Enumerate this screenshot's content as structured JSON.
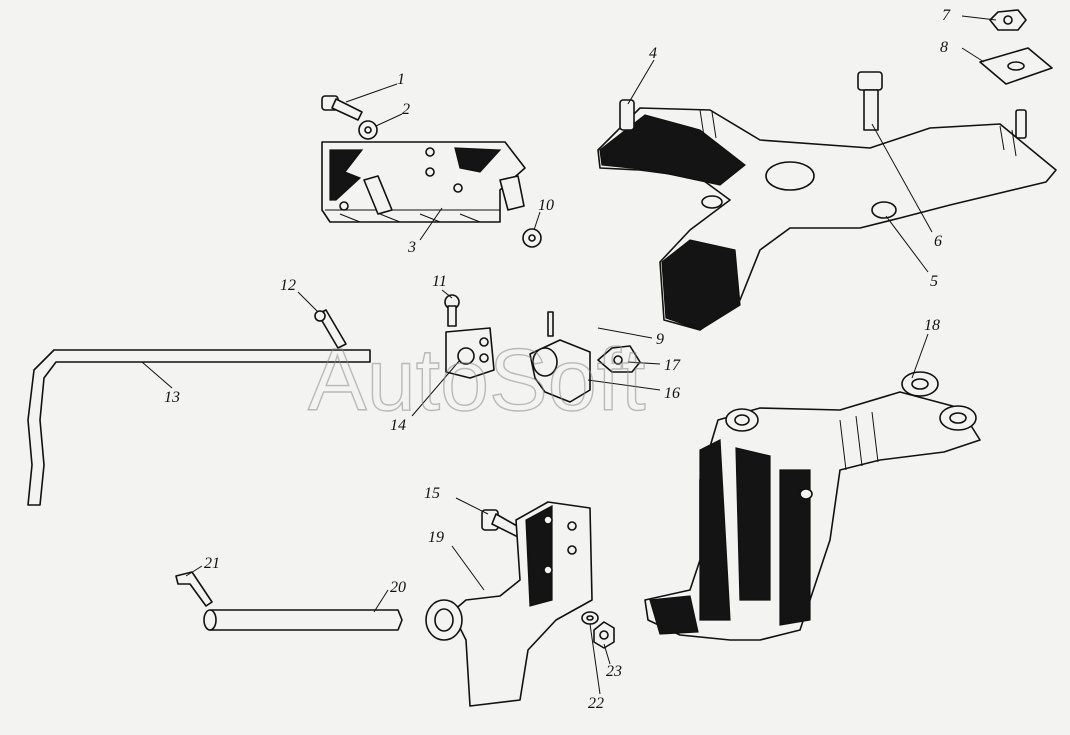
{
  "watermark": "AutoSoft",
  "callouts": [
    {
      "id": "1",
      "label": "1"
    },
    {
      "id": "2",
      "label": "2"
    },
    {
      "id": "3",
      "label": "3"
    },
    {
      "id": "4",
      "label": "4"
    },
    {
      "id": "5",
      "label": "5"
    },
    {
      "id": "6",
      "label": "6"
    },
    {
      "id": "7",
      "label": "7"
    },
    {
      "id": "8",
      "label": "8"
    },
    {
      "id": "9",
      "label": "9"
    },
    {
      "id": "10",
      "label": "10"
    },
    {
      "id": "11",
      "label": "11"
    },
    {
      "id": "12",
      "label": "12"
    },
    {
      "id": "13",
      "label": "13"
    },
    {
      "id": "14",
      "label": "14"
    },
    {
      "id": "15",
      "label": "15"
    },
    {
      "id": "16",
      "label": "16"
    },
    {
      "id": "17",
      "label": "17"
    },
    {
      "id": "18",
      "label": "18"
    },
    {
      "id": "19",
      "label": "19"
    },
    {
      "id": "20",
      "label": "20"
    },
    {
      "id": "21",
      "label": "21"
    },
    {
      "id": "22",
      "label": "22"
    },
    {
      "id": "23",
      "label": "23"
    }
  ]
}
